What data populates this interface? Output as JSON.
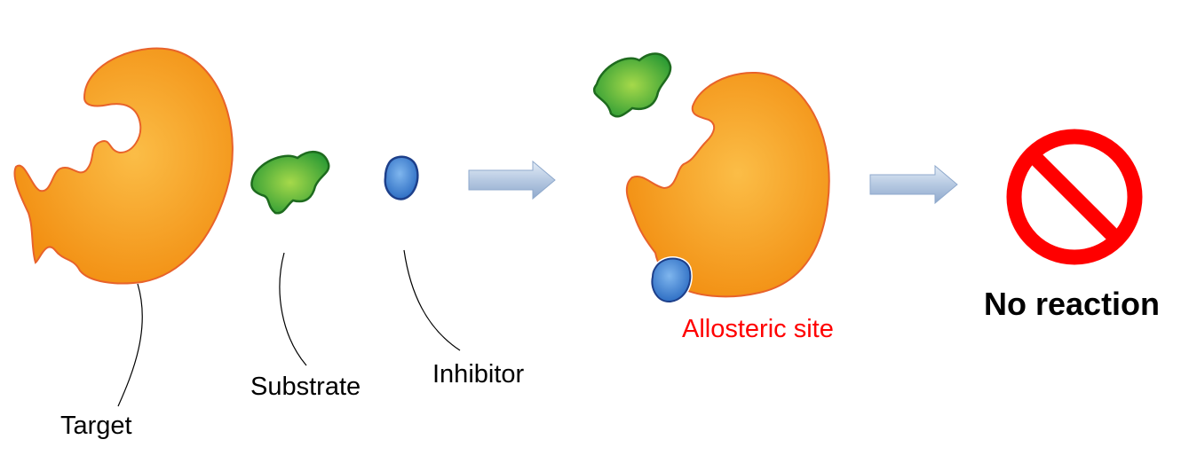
{
  "labels": {
    "target": "Target",
    "substrate": "Substrate",
    "inhibitor": "Inhibitor",
    "allosteric_site": "Allosteric site",
    "no_reaction": "No reaction"
  },
  "colors": {
    "enzyme_fill": "#f7a21e",
    "enzyme_stroke": "#e8622a",
    "substrate_fill": "#3fae3a",
    "substrate_stroke": "#1e6b1e",
    "inhibitor_fill": "#3f86d6",
    "inhibitor_stroke": "#1d3f8a",
    "arrow_fill": "#b9cbe3",
    "no_sign": "#ff0000",
    "allosteric_label": "#ff0000"
  },
  "icons": {
    "no_reaction": "prohibition-sign-icon",
    "step_arrow": "right-arrow-icon"
  }
}
